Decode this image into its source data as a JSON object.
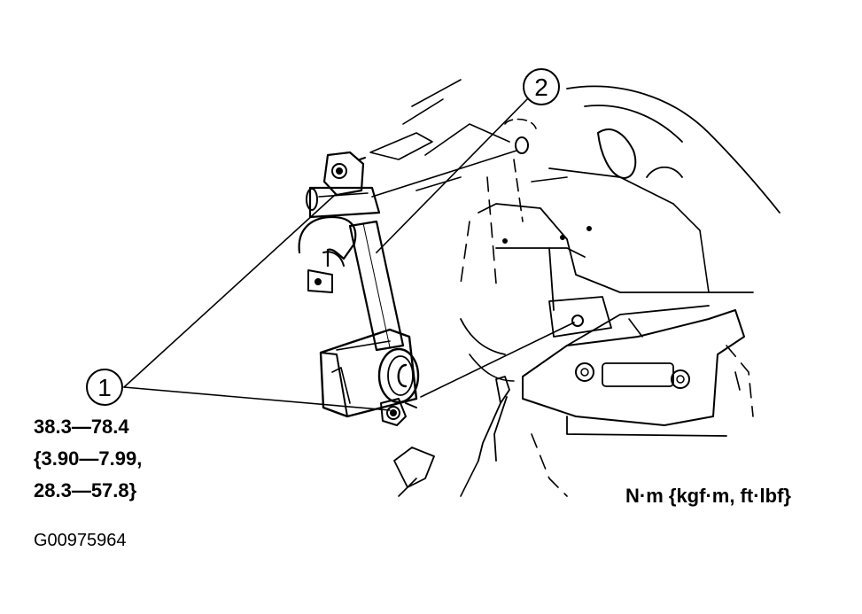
{
  "callouts": [
    {
      "id": "1",
      "label": "1"
    },
    {
      "id": "2",
      "label": "2"
    }
  ],
  "torque_spec": {
    "line1": "38.3—78.4",
    "line2": "{3.90—7.99,",
    "line3": "28.3—57.8}"
  },
  "units_label": "N·m {kgf·m, ft·lbf}",
  "figure_code": "G00975964"
}
